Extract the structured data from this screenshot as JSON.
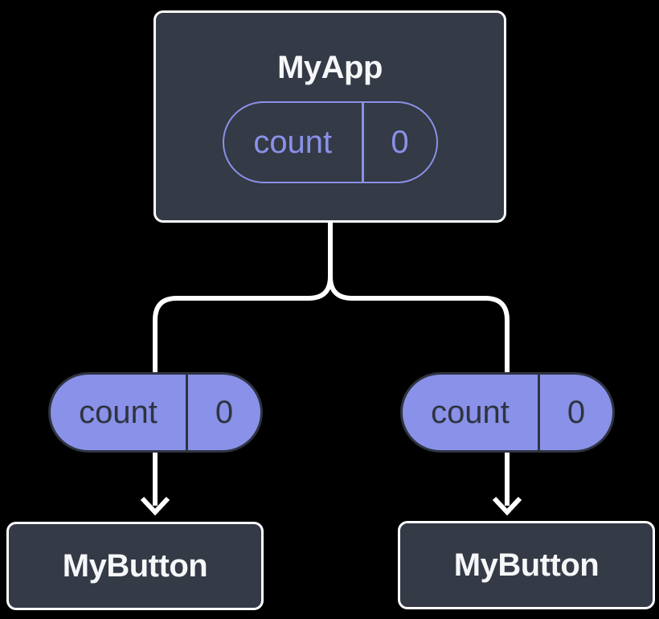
{
  "colors": {
    "canvas_bg": "#000000",
    "node_fill": "#343A46",
    "node_border": "#FFFFFF",
    "node_text": "#F6F7F9",
    "purple": "#8A91E8",
    "pill_dark": "#2E3440",
    "connector": "#FFFFFF"
  },
  "diagram": {
    "root": {
      "title": "MyApp",
      "state_pill": {
        "key": "count",
        "value": "0"
      }
    },
    "children": [
      {
        "title": "MyButton",
        "prop_pill": {
          "key": "count",
          "value": "0"
        }
      },
      {
        "title": "MyButton",
        "prop_pill": {
          "key": "count",
          "value": "0"
        }
      }
    ]
  }
}
